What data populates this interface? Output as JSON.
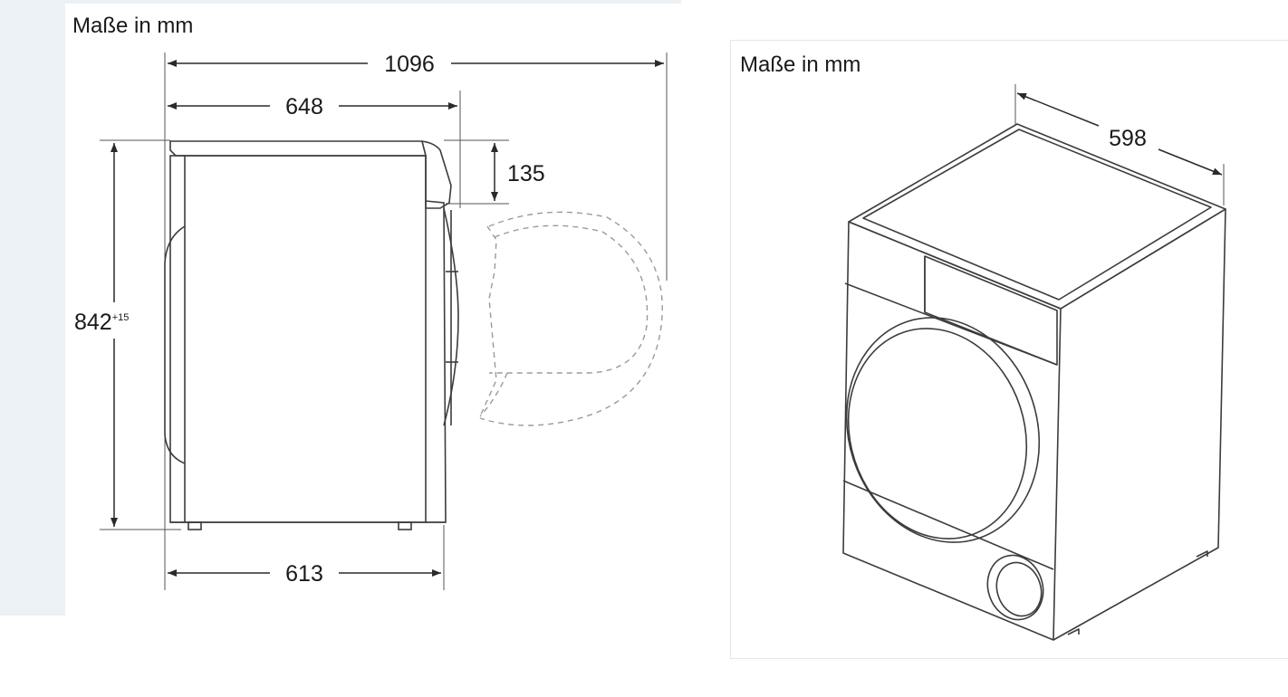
{
  "side_view": {
    "caption": "Maße in mm",
    "dim_total_depth": "1096",
    "dim_top_depth": "648",
    "dim_door_height": "135",
    "dim_height": "842",
    "dim_height_tolerance": "+15",
    "dim_base_depth": "613"
  },
  "perspective_view": {
    "caption": "Maße in mm",
    "dim_width": "598"
  },
  "colors": {
    "line": "#3c3c3c",
    "dashed": "#9a9a9a",
    "background_strip": "#ecf1f6"
  }
}
